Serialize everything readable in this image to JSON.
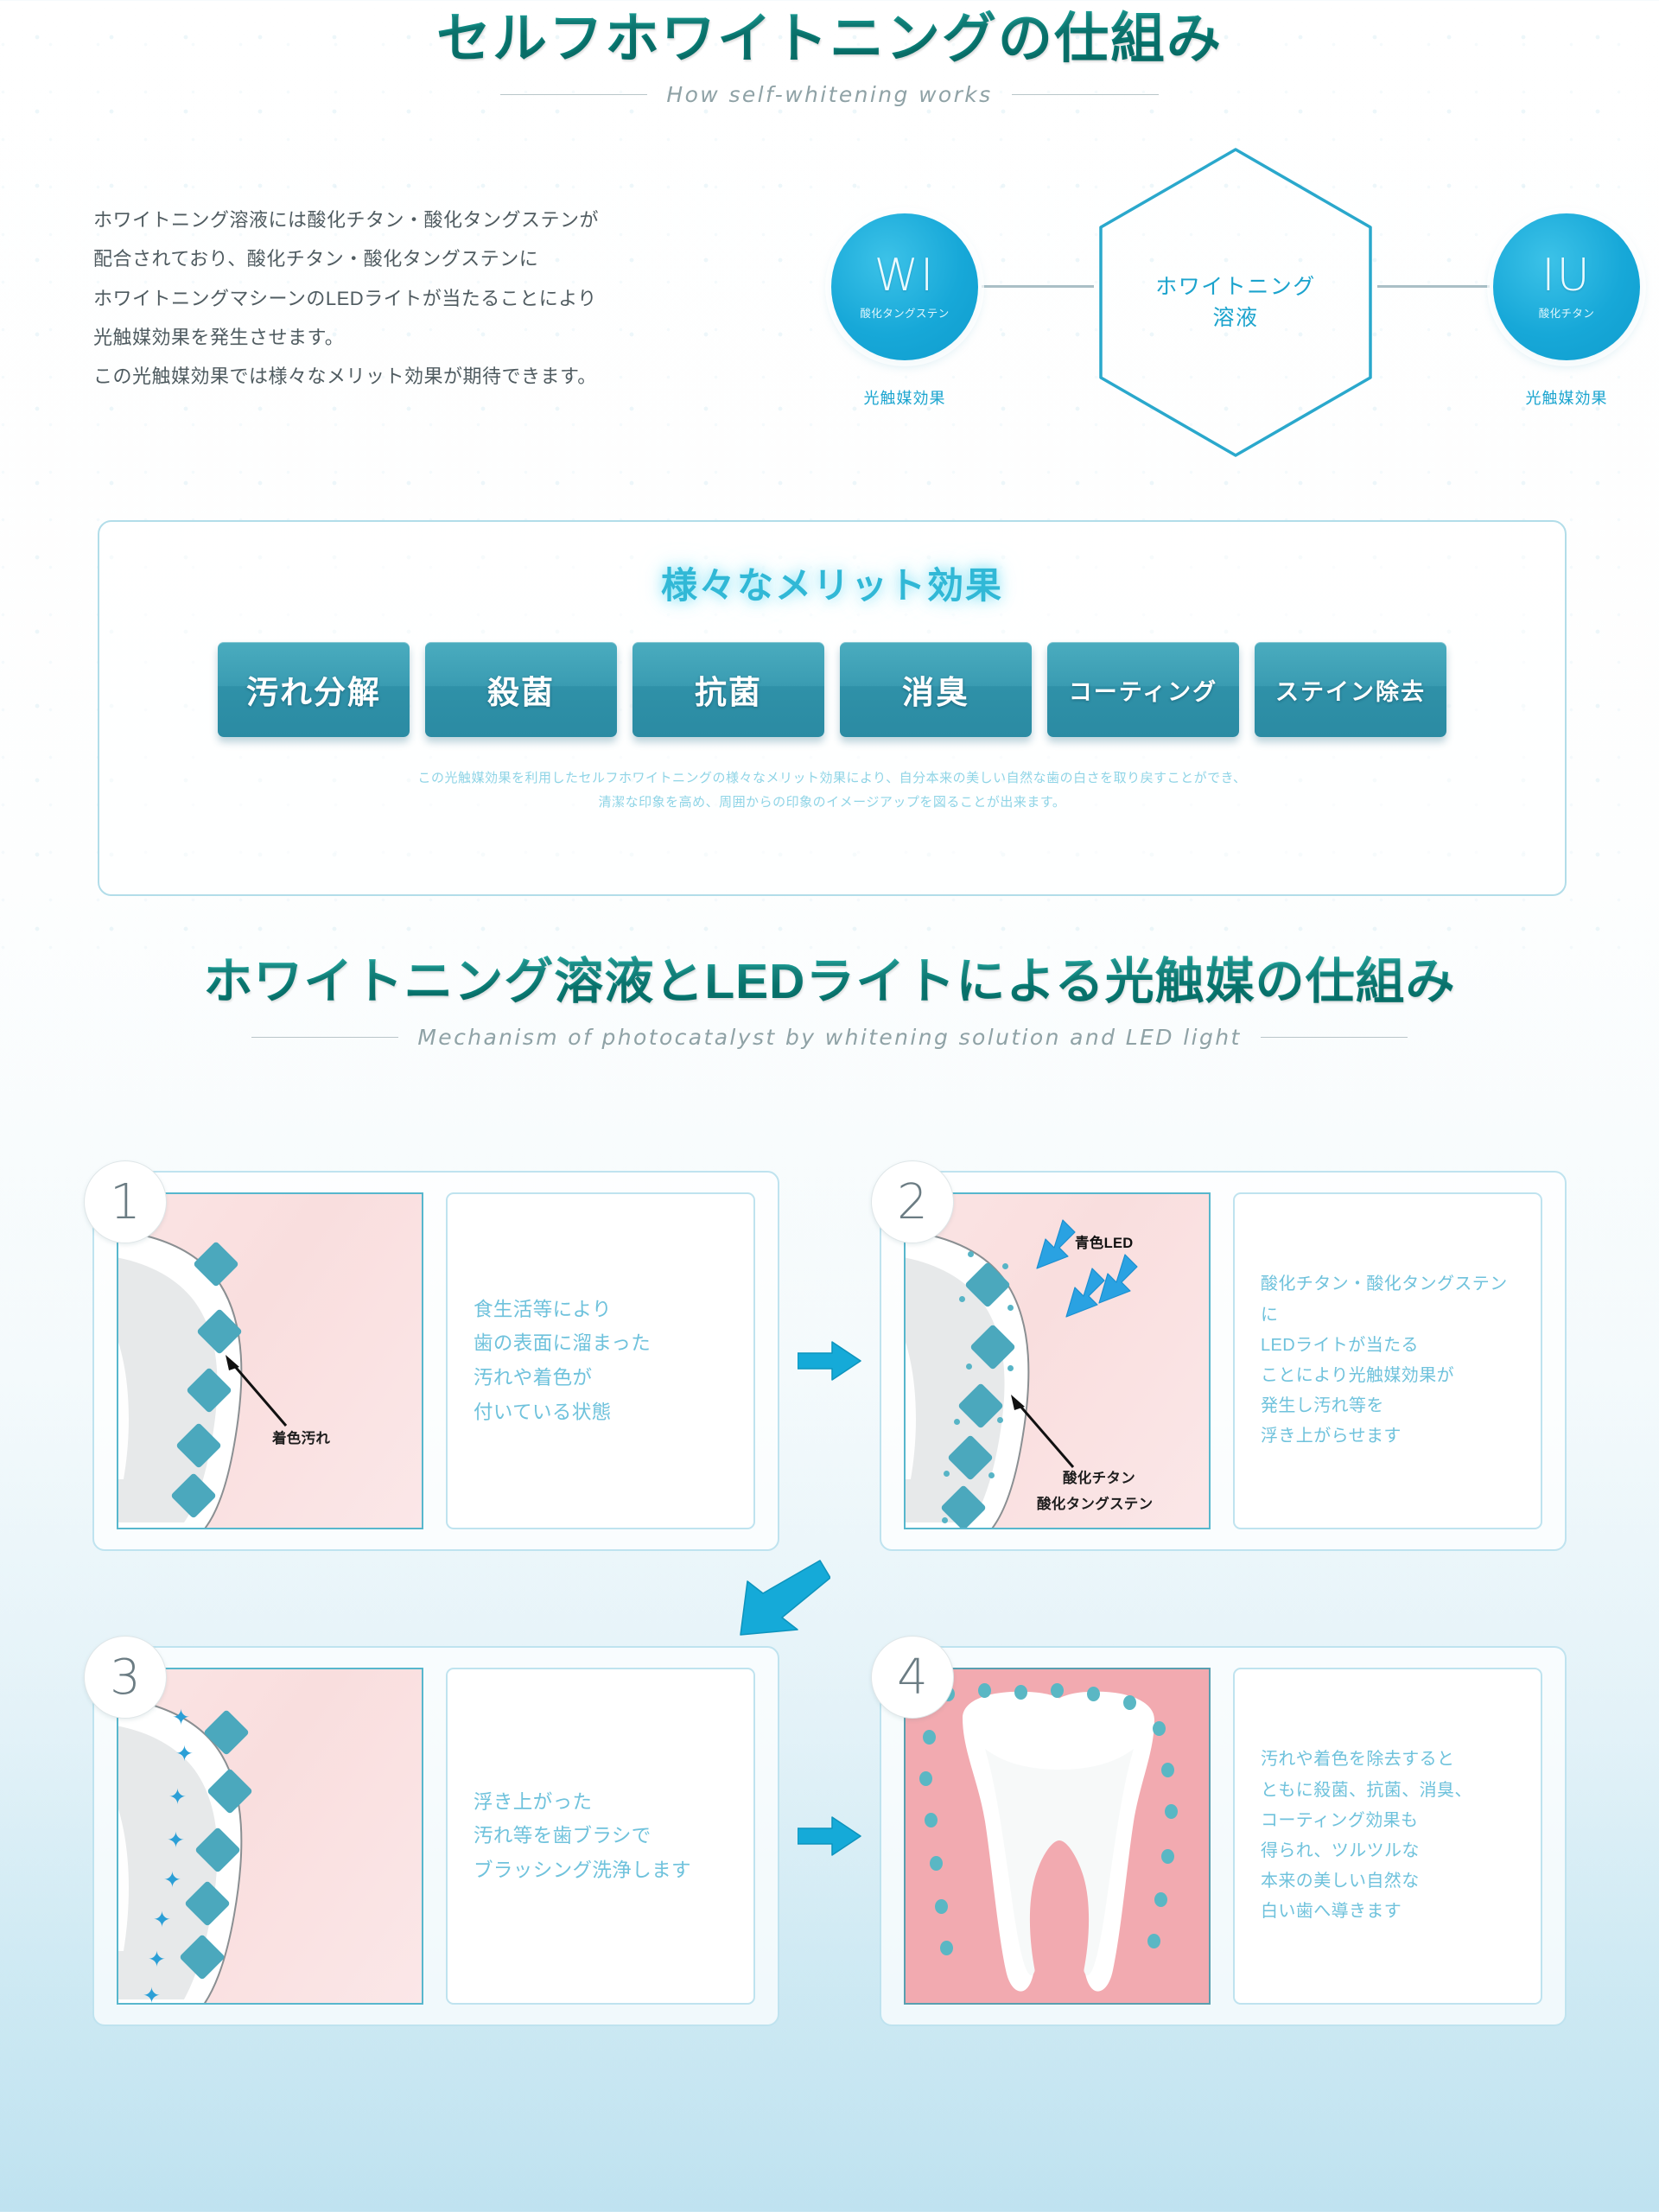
{
  "header": {
    "title": "セルフホワイトニングの仕組み",
    "subtitle_en": "How self-whitening works"
  },
  "intro": {
    "line1": "ホワイトニング溶液には酸化チタン・酸化タングステンが",
    "line2": "配合されており、酸化チタン・酸化タングステンに",
    "line3": "ホワイトニングマシーンのLEDライトが当たることにより",
    "line4": "光触媒効果を発生させます。",
    "line5": "この光触媒効果では様々なメリット効果が期待できます。"
  },
  "diagram": {
    "left": {
      "symbol": "WI",
      "sublabel": "酸化タングステン",
      "caption": "光触媒効果"
    },
    "center": {
      "label_line1": "ホワイトニング",
      "label_line2": "溶液"
    },
    "right": {
      "symbol": "IU",
      "sublabel": "酸化チタン",
      "caption": "光触媒効果"
    },
    "accent_color": "#17a8d8",
    "hex_stroke": "#2aa8cc"
  },
  "merit": {
    "title": "様々なメリット効果",
    "boxes": [
      {
        "label": "汚れ分解",
        "size": "big"
      },
      {
        "label": "殺菌",
        "size": "big"
      },
      {
        "label": "抗菌",
        "size": "big"
      },
      {
        "label": "消臭",
        "size": "big"
      },
      {
        "label": "コーティング",
        "size": "small"
      },
      {
        "label": "ステイン除去",
        "size": "small"
      }
    ],
    "note_line1": "この光触媒効果を利用したセルフホワイトニングの様々なメリット効果により、自分本来の美しい自然な歯の白さを取り戻すことができ、",
    "note_line2": "清潔な印象を高め、周囲からの印象のイメージアップを図ることが出来ます。",
    "box_color": "#3a9cb2",
    "title_color": "#31b8d6"
  },
  "section2": {
    "title": "ホワイトニング溶液とLEDライトによる光触媒の仕組み",
    "subtitle_en": "Mechanism of photocatalyst by whitening solution and LED light"
  },
  "steps": [
    {
      "number": "1",
      "annotations": [
        "着色汚れ"
      ],
      "description_lines": [
        "食生活等により",
        "歯の表面に溜まった",
        "汚れや着色が",
        "付いている状態"
      ]
    },
    {
      "number": "2",
      "annotations": [
        "青色LED",
        "酸化チタン",
        "酸化タングステン"
      ],
      "description_lines": [
        "酸化チタン・酸化タングステンに",
        "LEDライトが当たる",
        "ことにより光触媒効果が",
        "発生し汚れ等を",
        "浮き上がらせます"
      ]
    },
    {
      "number": "3",
      "annotations": [],
      "description_lines": [
        "浮き上がった",
        "汚れ等を歯ブラシで",
        "ブラッシング洗浄します"
      ]
    },
    {
      "number": "4",
      "annotations": [],
      "description_lines": [
        "汚れや着色を除去すると",
        "ともに殺菌、抗菌、消臭、",
        "コーティング効果も",
        "得られ、ツルツルな",
        "本来の美しい自然な",
        "白い歯へ導きます"
      ]
    }
  ],
  "colors": {
    "teal_heading": "#0b8c86",
    "cyan_arrow": "#15aad8",
    "diamond": "#4ba8bd",
    "pink_panel": "#f9dede",
    "gum_pink": "#f2aab0"
  }
}
